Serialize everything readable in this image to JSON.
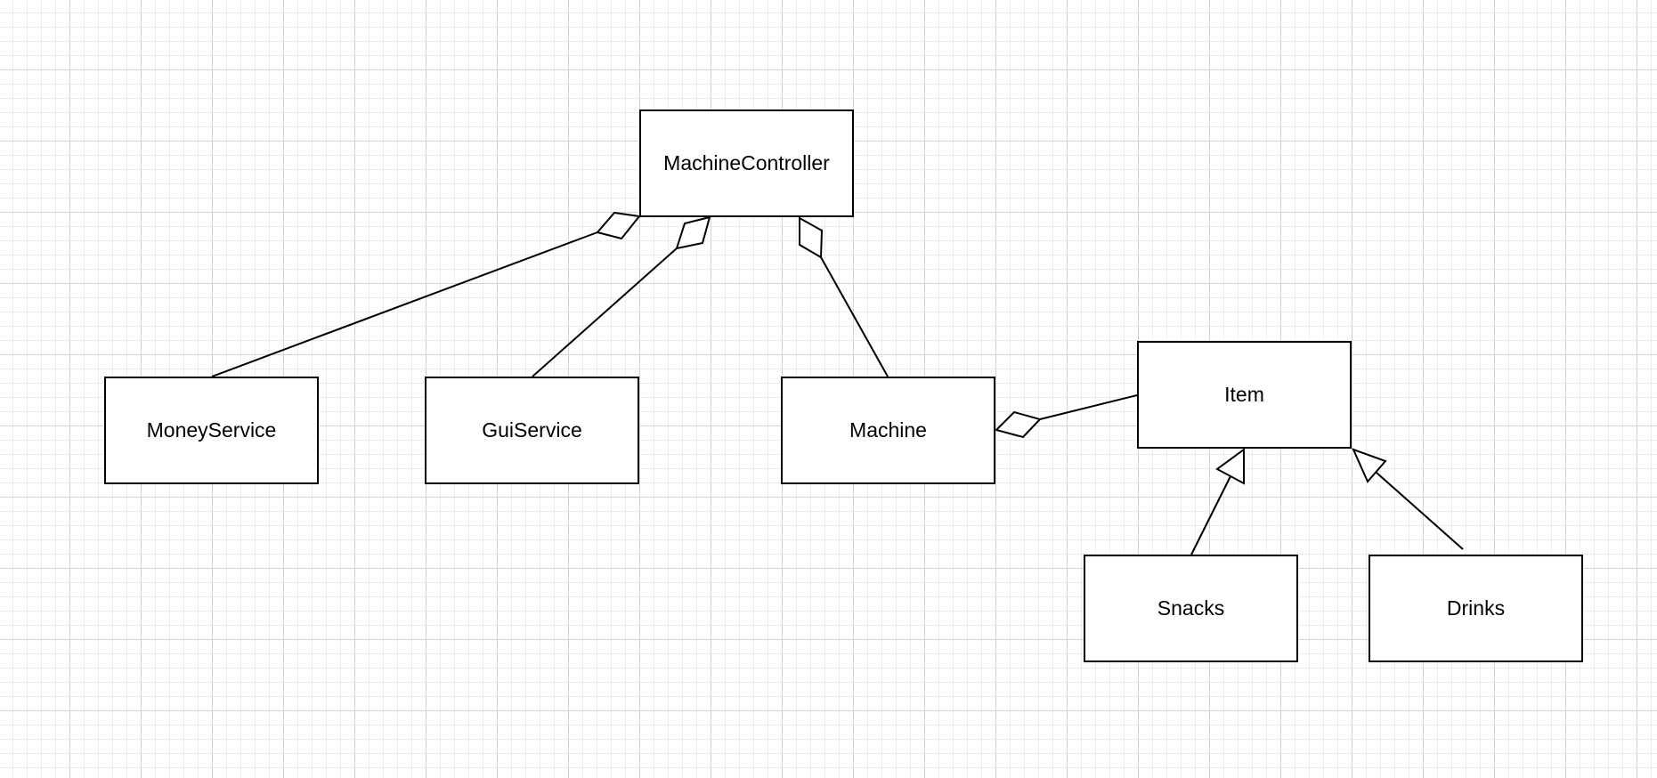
{
  "diagram": {
    "nodes": {
      "machine_controller": "MachineController",
      "money_service": "MoneyService",
      "gui_service": "GuiService",
      "machine": "Machine",
      "item": "Item",
      "snacks": "Snacks",
      "drinks": "Drinks"
    },
    "edges": [
      {
        "from": "money_service",
        "to": "machine_controller",
        "type": "aggregation"
      },
      {
        "from": "gui_service",
        "to": "machine_controller",
        "type": "aggregation"
      },
      {
        "from": "machine",
        "to": "machine_controller",
        "type": "aggregation"
      },
      {
        "from": "item",
        "to": "machine",
        "type": "aggregation"
      },
      {
        "from": "snacks",
        "to": "item",
        "type": "generalization"
      },
      {
        "from": "drinks",
        "to": "item",
        "type": "generalization"
      }
    ],
    "colors": {
      "stroke": "#000000",
      "grid": "#d4d4d4",
      "background": "#ffffff"
    }
  }
}
